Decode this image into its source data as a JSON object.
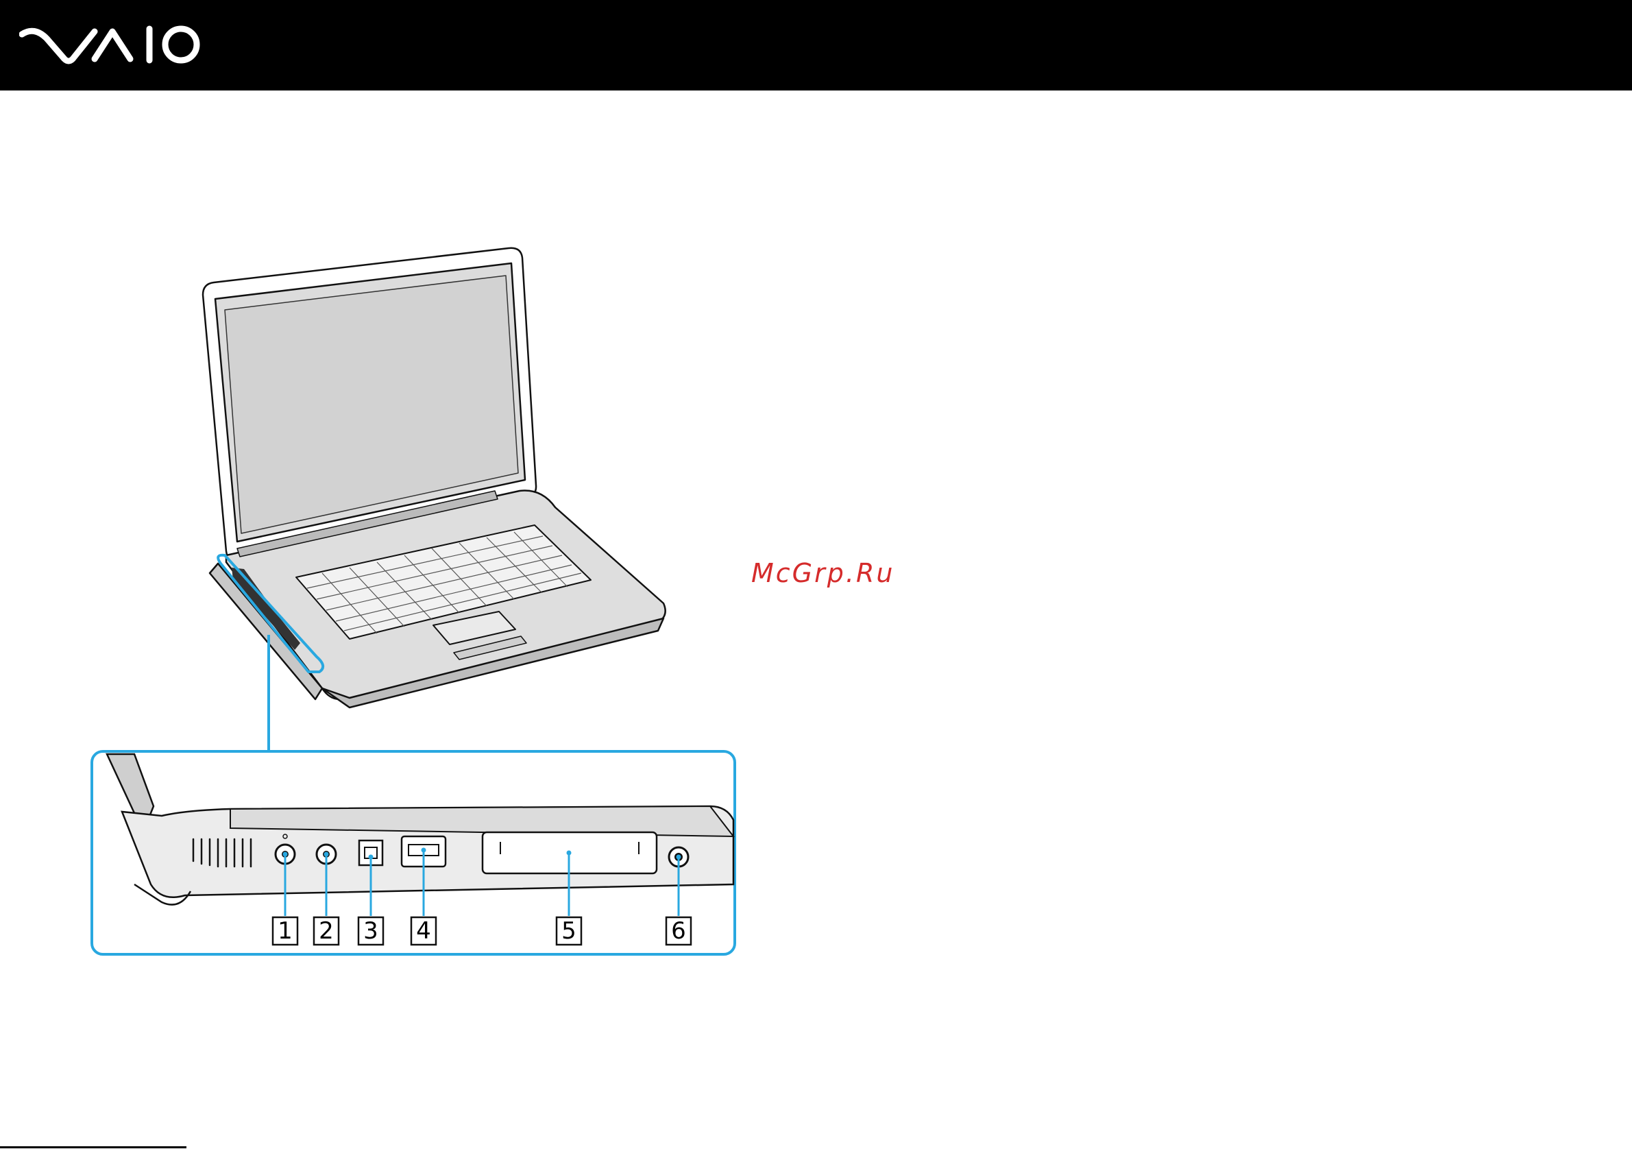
{
  "header": {
    "background": "#000000",
    "logo_icon": "vaio-logo-icon"
  },
  "watermark": {
    "text": "McGrp.Ru",
    "color": "#d52b2b"
  },
  "figure": {
    "highlight_color": "#29a8e0",
    "callouts": [
      "1",
      "2",
      "3",
      "4",
      "5",
      "6"
    ]
  }
}
